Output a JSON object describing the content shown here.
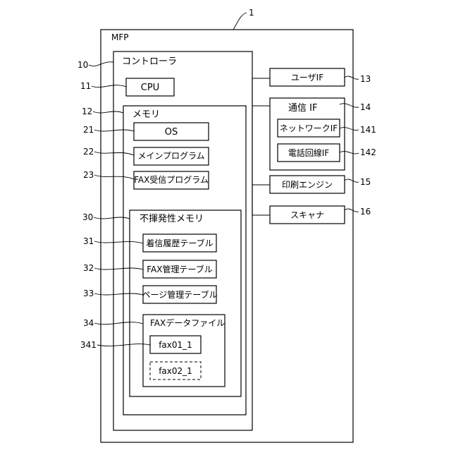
{
  "figure": {
    "ref": "1",
    "mfp": "MFP",
    "controller": {
      "ref": "10",
      "label": "コントローラ"
    },
    "cpu": {
      "ref": "11",
      "label": "CPU"
    },
    "memory": {
      "ref": "12",
      "label": "メモリ"
    },
    "os": {
      "ref": "21",
      "label": "OS"
    },
    "main_program": {
      "ref": "22",
      "label": "メインプログラム"
    },
    "fax_program": {
      "ref": "23",
      "label": "FAX受信プログラム"
    },
    "nvm": {
      "ref": "30",
      "label": "不揮発性メモリ"
    },
    "incoming_table": {
      "ref": "31",
      "label": "着信履歴テーブル"
    },
    "fax_table": {
      "ref": "32",
      "label": "FAX管理テーブル"
    },
    "page_table": {
      "ref": "33",
      "label": "ページ管理テーブル"
    },
    "fax_data_file": {
      "ref": "34",
      "label": "FAXデータファイル"
    },
    "fax01": {
      "ref": "341",
      "label": "fax01_1"
    },
    "fax02": {
      "label": "fax02_1"
    },
    "user_if": {
      "ref": "13",
      "label": "ユーザIF"
    },
    "comm_if": {
      "ref": "14",
      "label": "通信 IF"
    },
    "network_if": {
      "ref": "141",
      "label": "ネットワークIF"
    },
    "phone_if": {
      "ref": "142",
      "label": "電話回線IF"
    },
    "print_engine": {
      "ref": "15",
      "label": "印刷エンジン"
    },
    "scanner": {
      "ref": "16",
      "label": "スキャナ"
    }
  }
}
